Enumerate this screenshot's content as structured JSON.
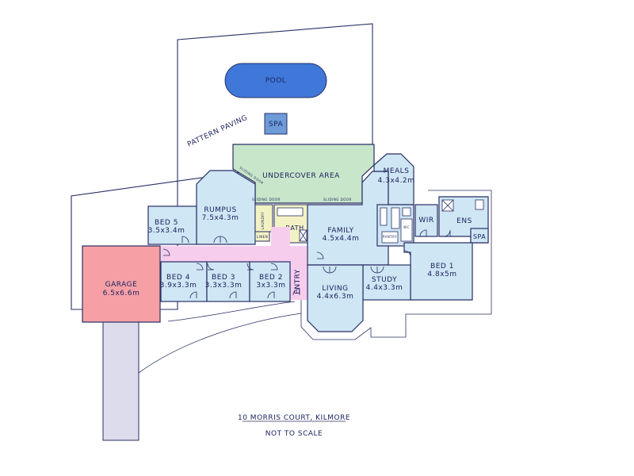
{
  "areas": {
    "pool": "POOL",
    "spa_outdoor": "SPA",
    "pattern_paving": "PATTERN PAVING",
    "undercover": "UNDERCOVER AREA"
  },
  "rooms": {
    "meals": {
      "name": "MEALS",
      "size": "4.3x4.2m"
    },
    "rumpus": {
      "name": "RUMPUS",
      "size": "7.5x4.3m"
    },
    "bed5": {
      "name": "BED 5",
      "size": "3.5x3.4m"
    },
    "family": {
      "name": "FAMILY",
      "size": "4.5x4.4m"
    },
    "wir": {
      "name": "WIR"
    },
    "ens": {
      "name": "ENS"
    },
    "spa_ensuite": {
      "name": "SPA"
    },
    "bath": {
      "name": "BATH"
    },
    "garage": {
      "name": "GARAGE",
      "size": "6.5x6.6m"
    },
    "bed4": {
      "name": "BED 4",
      "size": "3.9x3.3m"
    },
    "bed3": {
      "name": "BED 3",
      "size": "3.3x3.3m"
    },
    "bed2": {
      "name": "BED 2",
      "size": "3x3.3m"
    },
    "entry": {
      "name": "ENTRY"
    },
    "living": {
      "name": "LIVING",
      "size": "4.4x6.3m"
    },
    "study": {
      "name": "STUDY",
      "size": "4.4x3.3m"
    },
    "bed1": {
      "name": "BED 1",
      "size": "4.8x5m"
    }
  },
  "small_labels": {
    "sliding_door_1": "SLIDING DOOR",
    "sliding_door_2": "SLIDING DOOR",
    "sliding_door_3": "SLIDING DOOR",
    "laundry": "LAUNDRY",
    "linen": "LINEN",
    "pantry": "PANTRY",
    "wc": "WC"
  },
  "caption": {
    "address": "10 MORRIS COURT, KILMORE",
    "scale": "NOT TO SCALE"
  },
  "colors": {
    "outline": "#2a2f66",
    "text": "#1c2460",
    "room_blue": "#cfe6f4",
    "undercover_green": "#c8e6c9",
    "hallway_pink": "#f6cdec",
    "garage_red": "#f6a0a6",
    "pool_blue": "#3f78d8",
    "spa_blue": "#6d9bd8",
    "driveway_grey": "#dcdcec",
    "wet_yellow": "#f3f2c4"
  }
}
